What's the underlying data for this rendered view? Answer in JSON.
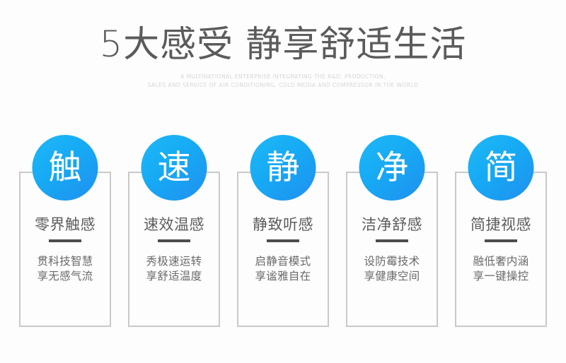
{
  "header": {
    "title": "5大感受 静享舒适生活",
    "subtitle_line1": "A MULTINATIONAL ENTERPRISE INTEGRATING THE R&D, PRODUCTION,",
    "subtitle_line2": "SALES AND SERVICE OF AIR CONDITIONING, COLD MEDIA AND COMPRESSOR IN THE WORLD"
  },
  "colors": {
    "page_background": "#fdfdfd",
    "badge_gradient_start": "#1fb8f7",
    "badge_gradient_end": "#2090f0",
    "badge_text": "#ffffff",
    "card_border": "#c9c9c9",
    "title_text": "#5b5b5b",
    "subtitle_text": "#d6d6d6",
    "card_title_text": "#5d5d5d",
    "card_desc_text": "#6a6a6a",
    "divider": "#4d4d4d"
  },
  "cards": [
    {
      "badge": "触",
      "title": "零界触感",
      "desc_line1": "贯科技智慧",
      "desc_line2": "享无感气流"
    },
    {
      "badge": "速",
      "title": "速效温感",
      "desc_line1": "秀极速运转",
      "desc_line2": "享舒适温度"
    },
    {
      "badge": "静",
      "title": "静致听感",
      "desc_line1": "启静音模式",
      "desc_line2": "享谧雅自在"
    },
    {
      "badge": "净",
      "title": "洁净舒感",
      "desc_line1": "设防霉技术",
      "desc_line2": "享健康空间"
    },
    {
      "badge": "简",
      "title": "简捷视感",
      "desc_line1": "融低奢内涵",
      "desc_line2": "享一键操控"
    }
  ]
}
